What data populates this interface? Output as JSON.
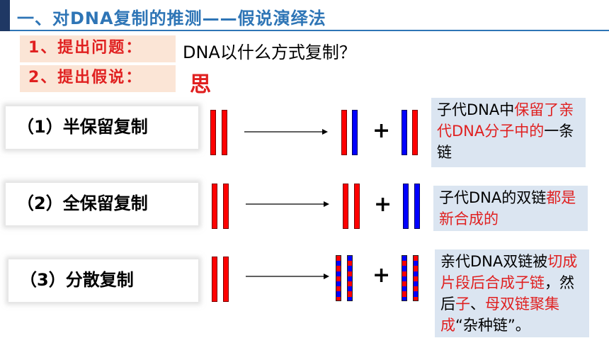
{
  "header": {
    "title": "一、对DNA复制的推测——假说演绎法"
  },
  "steps": {
    "step1_label": "1、提出问题：",
    "step1_question": "DNA以什么方式复制？",
    "step2_label": "2、提出假说：",
    "think": "思"
  },
  "hypotheses": [
    {
      "label": "（1）半保留复制",
      "plus": "+",
      "desc": [
        {
          "t": "子代DNA中",
          "red": false
        },
        {
          "t": "保留了亲代DNA分子中的",
          "red": true
        },
        {
          "t": "一条链",
          "red": false
        }
      ]
    },
    {
      "label": "（2）全保留复制",
      "plus": "+",
      "desc": [
        {
          "t": "子代DNA的双链",
          "red": false
        },
        {
          "t": "都是新合成的",
          "red": true
        }
      ]
    },
    {
      "label": "（3）分散复制",
      "plus": "+",
      "desc": [
        {
          "t": "亲代DNA双链被",
          "red": false
        },
        {
          "t": "切成片段后合成子链",
          "red": true
        },
        {
          "t": "，然后",
          "red": false
        },
        {
          "t": "子",
          "red": true
        },
        {
          "t": "、",
          "red": false
        },
        {
          "t": "母双链聚集成",
          "red": true
        },
        {
          "t": "“杂种链”。",
          "red": false
        }
      ]
    }
  ],
  "colors": {
    "parent_strand": "#ff0000",
    "new_strand": "#0000ff",
    "title": "#2e75b6",
    "accent_red": "#e02020"
  }
}
